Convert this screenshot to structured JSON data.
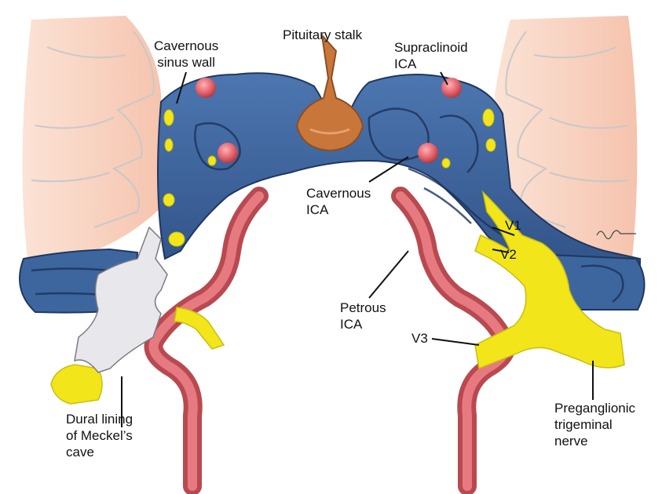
{
  "labels": {
    "cavernous_sinus_wall": [
      "Cavernous",
      "sinus wall"
    ],
    "pituitary_stalk": "Pituitary stalk",
    "supraclinoid_ica": [
      "Supraclinoid",
      "ICA"
    ],
    "cavernous_ica": [
      "Cavernous",
      "ICA"
    ],
    "v1": "V1",
    "v2": "V2",
    "petrous_ica": [
      "Petrous",
      "ICA"
    ],
    "v3": "V3",
    "dural_lining": [
      "Dural lining",
      "of Meckel’s",
      "cave"
    ],
    "preganglionic": [
      "Preganglionic",
      "trigeminal",
      "nerve"
    ]
  },
  "colors": {
    "sinus_blue": "#3a5f95",
    "sinus_dark": "#1f3760",
    "artery_red": "#d9646a",
    "nerve_yellow": "#f2e61a",
    "dura_white": "#e8e8ec",
    "pituitary_orange": "#c8763a",
    "bone_peach": "#f6c7b3"
  }
}
